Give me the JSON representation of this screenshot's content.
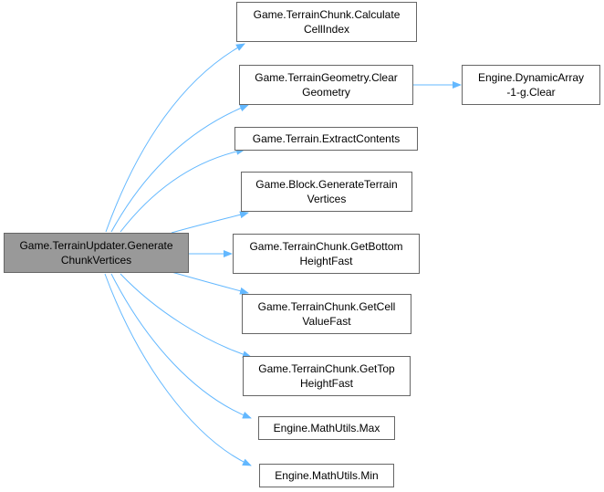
{
  "graph": {
    "edge_color": "#63b8ff",
    "root": {
      "line1": "Game.TerrainUpdater.Generate",
      "line2": "ChunkVertices"
    },
    "callees": [
      {
        "line1": "Game.TerrainChunk.Calculate",
        "line2": "CellIndex"
      },
      {
        "line1": "Game.TerrainGeometry.Clear",
        "line2": "Geometry"
      },
      {
        "line1": "Game.Terrain.ExtractContents",
        "line2": ""
      },
      {
        "line1": "Game.Block.GenerateTerrain",
        "line2": "Vertices"
      },
      {
        "line1": "Game.TerrainChunk.GetBottom",
        "line2": "HeightFast"
      },
      {
        "line1": "Game.TerrainChunk.GetCell",
        "line2": "ValueFast"
      },
      {
        "line1": "Game.TerrainChunk.GetTop",
        "line2": "HeightFast"
      },
      {
        "line1": "Engine.MathUtils.Max",
        "line2": ""
      },
      {
        "line1": "Engine.MathUtils.Min",
        "line2": ""
      }
    ],
    "secondary": {
      "line1": "Engine.DynamicArray",
      "line2": "-1-g.Clear"
    }
  }
}
